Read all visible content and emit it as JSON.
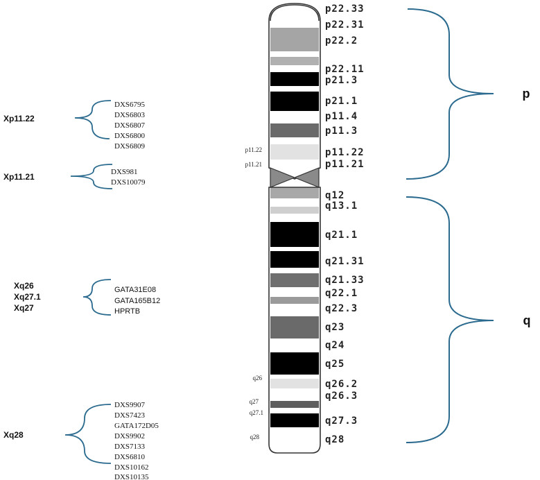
{
  "arms": {
    "p": "p",
    "q": "q"
  },
  "bands": {
    "p22_33": "p22.33",
    "p22_31": "p22.31",
    "p22_2": "p22.2",
    "p22_11": "p22.11",
    "p21_3": "p21.3",
    "p21_1": "p21.1",
    "p11_4": "p11.4",
    "p11_3": "p11.3",
    "p11_22": "p11.22",
    "p11_21": "p11.21",
    "q12": "q12",
    "q13_1": "q13.1",
    "q21_1": "q21.1",
    "q21_31": "q21.31",
    "q21_33": "q21.33",
    "q22_1": "q22.1",
    "q22_3": "q22.3",
    "q23": "q23",
    "q24": "q24",
    "q25": "q25",
    "q26_2": "q26.2",
    "q26_3": "q26.3",
    "q27_3": "q27.3",
    "q28": "q28"
  },
  "left_bands": {
    "p11_22": "p11.22",
    "p11_21": "p11.21",
    "q26": "q26",
    "q27": "q27",
    "q27_1": "q27.1",
    "q28": "q28"
  },
  "regions": {
    "xp11_22": {
      "label": "Xp11.22",
      "markers": [
        "DXS6795",
        "DXS6803",
        "DXS6807",
        "DXS6800",
        "DXS6809"
      ]
    },
    "xp11_21": {
      "label": "Xp11.21",
      "markers": [
        "DXS981",
        "DXS10079"
      ]
    },
    "xq26_27": {
      "labels": [
        "Xq26",
        "Xq27.1",
        "Xq27"
      ],
      "markers": [
        "GATA31E08",
        "GATA165B12",
        "HPRTB"
      ]
    },
    "xq28": {
      "label": "Xq28",
      "markers": [
        "DXS9907",
        "DXS7423",
        "GATA172D05",
        "DXS9902",
        "DXS7133",
        "DXS6810",
        "DXS10162",
        "DXS10135"
      ]
    }
  },
  "colors": {
    "bracket": "#2a6a8e",
    "outline": "#333333"
  }
}
